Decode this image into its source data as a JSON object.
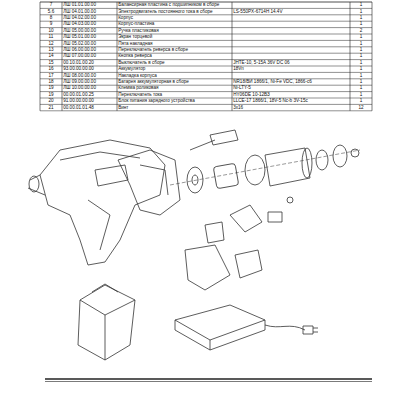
{
  "diagram": {
    "labels": [
      "7",
      "ЛШ 01.01.00.00",
      "Балансирная пластина с подшипником в сборе",
      "1",
      "5.6",
      "ЛШ 04.01.00.00",
      "Электродвигатель постоянного тока в сборе",
      "LS-550PX-6714H 14.4V",
      "1",
      "8",
      "ЛШ 04.02.00.00",
      "Корпус",
      "1",
      "9",
      "ЛШ 04.03.00.00",
      "Корпус-пластина",
      "1",
      "10",
      "ЛШ 05.00.00.00",
      "Ручка пластиковая",
      "2",
      "11",
      "ЛШ 05.01.00.00",
      "Экран торцевой",
      "1",
      "12",
      "ЛШ 05.02.00.00",
      "Пята накладная",
      "1",
      "13",
      "ЛШ 06.00.00.00",
      "Переключатель реверса в сборе",
      "1",
      "14",
      "ЛШ 07.00.00.00",
      "Кнопка реверса",
      "1",
      "15",
      "00.10.01.00.20",
      "Выключатель в сборе",
      "JHTE-10, 5-15A 36V DC 06",
      "1",
      "16",
      "93.00.00.00.00",
      "Аккумулятор",
      "18Vn",
      "1",
      "17",
      "ЛШ 08.00.00.00",
      "Накладка корпуса",
      "1",
      "18",
      "ЛШ 09.00.00.00",
      "Батарея аккумуляторная в сборе",
      "NR18/ВИ 1866/1, Ni-Fe VDC, 1866-с6",
      "1",
      "19",
      "ЛШ 10.00.00.00",
      "Клемма роликовая",
      "Ni-LTY-5",
      "1",
      "19",
      "00.00.01.00.25",
      "Переключатель тока",
      "HY06DE 10-12ВЗ",
      "1",
      "20",
      "91.00.00.00.00",
      "Блок питания зарядного устройства",
      "LLCE-17 1866/1, 18V-5 Nс-b 3V-15c",
      "1",
      "21",
      "00.00.01.01.48",
      "Винт",
      "3x16",
      "12"
    ]
  }
}
